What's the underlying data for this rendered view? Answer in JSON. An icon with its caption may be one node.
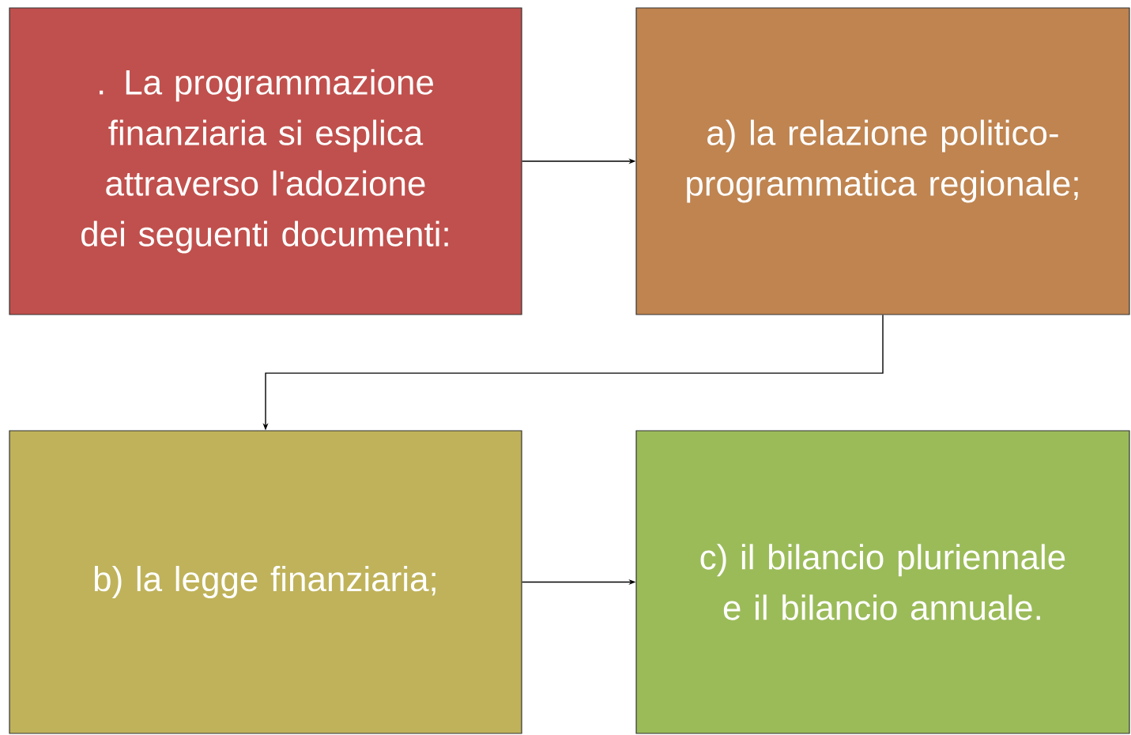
{
  "diagram": {
    "nodes": [
      {
        "text": [
          ". La programmazione finanziaria si esplica attraverso l'adozione dei seguenti documenti:"
        ]
      },
      {
        "text": [
          "a) la relazione politico-programmatica regionale;"
        ]
      },
      {
        "text": [
          "b) la legge finanziaria;"
        ]
      },
      {
        "text": [
          "c) il bilancio pluriennale e il bilancio annuale."
        ]
      }
    ],
    "edges": [
      {
        "from": 0,
        "to": 1,
        "arrow": "to"
      },
      {
        "from": 1,
        "to": 2,
        "arrow": "to"
      },
      {
        "from": 2,
        "to": 3,
        "arrow": "to"
      }
    ]
  }
}
